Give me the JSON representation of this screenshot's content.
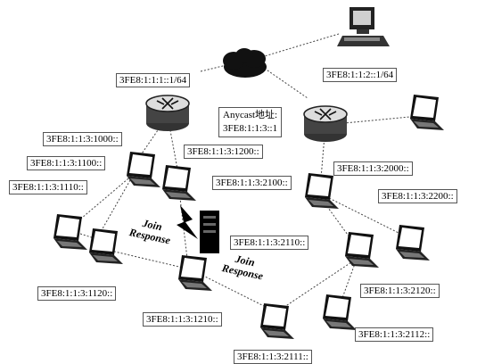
{
  "labels": {
    "r1_prefix": "3FE8:1:1:1::1/64",
    "r2_prefix": "3FE8:1:1:2::1/64",
    "anycast_title": "Anycast地址:",
    "anycast_addr": "3FE8:1:1:3::1",
    "n1000": "3FE8:1:1:3:1000::",
    "n1100": "3FE8:1:1:3:1100::",
    "n1110": "3FE8:1:1:3:1110::",
    "n1200": "3FE8:1:1:3:1200::",
    "n1120": "3FE8:1:1:3:1120::",
    "n1210": "3FE8:1:1:3:1210::",
    "n2000": "3FE8:1:1:3:2000::",
    "n2100": "3FE8:1:1:3:2100::",
    "n2200": "3FE8:1:1:3:2200::",
    "n2110": "3FE8:1:1:3:2110::",
    "n2120": "3FE8:1:1:3:2120::",
    "n2112": "3FE8:1:1:3:2112::",
    "n2111": "3FE8:1:1:3:2111::"
  },
  "messages": {
    "join_response_1": [
      "Join",
      "Response"
    ],
    "join_response_2": [
      "Join",
      "Response"
    ]
  }
}
